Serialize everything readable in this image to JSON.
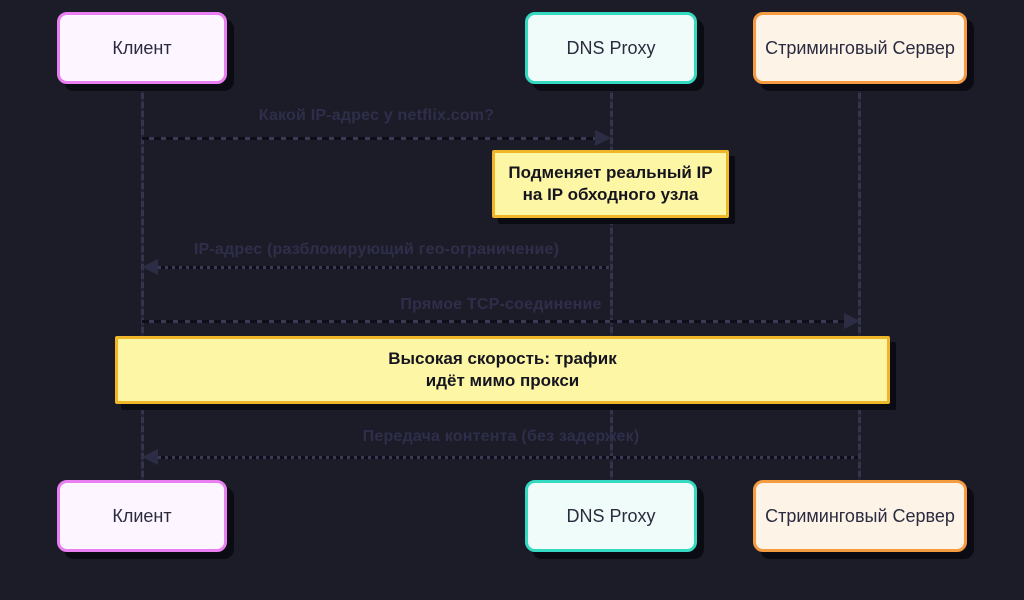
{
  "colors": {
    "background": "#1c1c28",
    "client_border": "#ea7ff2",
    "client_fill": "#fdf5ff",
    "dns_border": "#35d9c2",
    "dns_fill": "#f0fcf9",
    "server_border": "#f59b42",
    "server_fill": "#fdf3e7",
    "note_border": "#f0b62a",
    "note_fill": "#fdf6a5",
    "lifeline": "#34344e",
    "message_text": "#2e2e4a"
  },
  "actors": [
    {
      "id": "client",
      "label": "Клиент"
    },
    {
      "id": "dns_proxy",
      "label": "DNS Proxy"
    },
    {
      "id": "streaming_server",
      "label": "Стриминговый Сервер"
    }
  ],
  "messages": [
    {
      "label": "Какой IP-адрес у netflix.com?",
      "from": "client",
      "to": "dns_proxy",
      "line": "solid",
      "direction": "right"
    },
    {
      "label": "IP-адрес (разблокирующий гео-ограничение)",
      "from": "dns_proxy",
      "to": "client",
      "line": "dotted",
      "direction": "left"
    },
    {
      "label": "Прямое TCP-соединение",
      "from": "client",
      "to": "streaming_server",
      "line": "solid",
      "direction": "right"
    },
    {
      "label": "Передача контента (без задержек)",
      "from": "streaming_server",
      "to": "client",
      "line": "dotted",
      "direction": "left"
    }
  ],
  "notes": [
    {
      "over": "dns_proxy",
      "lines": [
        "Подменяет реальный IP",
        "на IP обходного узла"
      ]
    },
    {
      "over": "all",
      "lines": [
        "Высокая скорость: трафик",
        "идёт мимо прокси"
      ]
    }
  ]
}
